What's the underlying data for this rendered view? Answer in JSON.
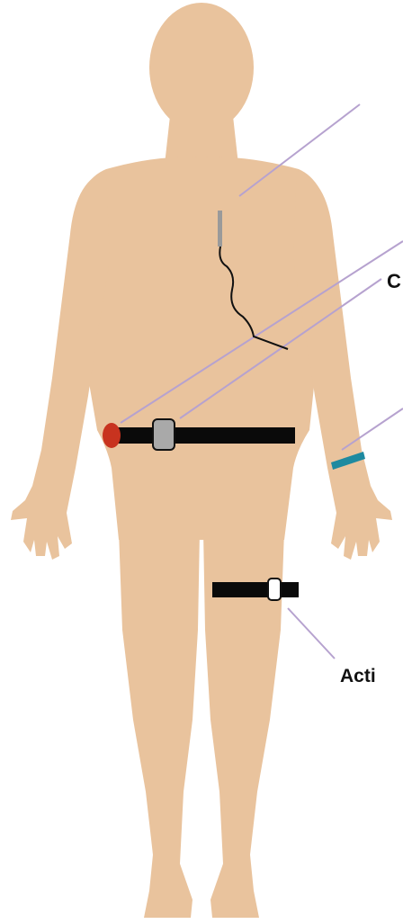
{
  "labels": {
    "sensor_c": "C",
    "activity": "Acti"
  },
  "colors": {
    "skin": "#e9c39d",
    "leader_line": "#b6a2cf",
    "belt": "#0a0a0a",
    "waist_device": "#a9a9a9",
    "red_sensor": "#c8331f",
    "wristband": "#1e8aa0",
    "thigh_device": "#ffffff",
    "electrode": "#9a9a9a"
  },
  "icons": [
    "human-body-figure",
    "chest-electrode-icon",
    "red-waist-sensor-icon",
    "waist-belt-device-icon",
    "wristband-icon",
    "thigh-band-device-icon"
  ]
}
